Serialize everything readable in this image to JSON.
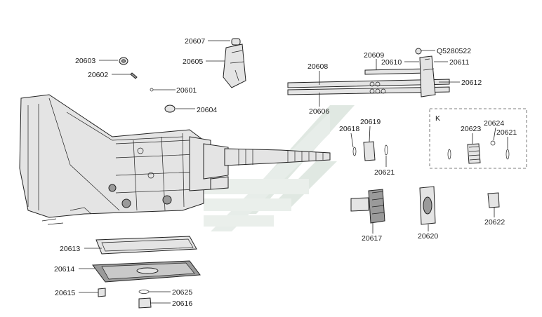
{
  "parts": {
    "p20607": "20607",
    "p20603": "20603",
    "p20605": "20605",
    "p20602": "20602",
    "p20601": "20601",
    "p20604": "20604",
    "p20609": "20609",
    "pQ5280522": "Q5280522",
    "p20610": "20610",
    "p20608": "20608",
    "p20611": "20611",
    "p20612": "20612",
    "p20606": "20606",
    "p20618": "20618",
    "p20619": "20619",
    "p20621a": "20621",
    "p20623": "20623",
    "p20624": "20624",
    "p20621b": "20621",
    "p20617": "20617",
    "p20620": "20620",
    "p20622": "20622",
    "p20613": "20613",
    "p20614": "20614",
    "p20615": "20615",
    "p20625": "20625",
    "p20616": "20616"
  },
  "kit": {
    "label": "K"
  },
  "watermark_color": "#c8d6cc"
}
